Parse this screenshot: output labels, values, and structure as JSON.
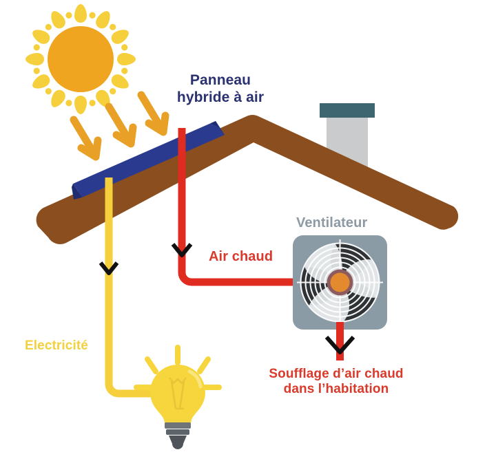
{
  "diagram": {
    "title_label": "Panneau\nhybride à air",
    "hot_air_label": "Air chaud",
    "fan_label": "Ventilateur",
    "electricity_label": "Electricité",
    "blowing_label": "Soufflage d’air chaud\ndans l’habitation"
  },
  "colors": {
    "background": "#ffffff",
    "sun_disc": "#f0a520",
    "sun_rays": "#f6cf3c",
    "sun_arrows": "#e8a126",
    "roof_brown": "#8b4e1f",
    "panel_blue": "#2a3a8f",
    "hot_air_red": "#e02b20",
    "electricity_yellow": "#f6cf3c",
    "fan_body": "#8b9ba5",
    "fan_blades": "#2f3336",
    "fan_hub": "#e38a2e",
    "fan_hub_ring": "#8d5a5e",
    "chimney_cap": "#3e6670",
    "chimney_body": "#c9cbcc",
    "bulb_glass": "#f6d63c",
    "bulb_base": "#6e7478",
    "arrowhead_black": "#111111",
    "title_navy": "#2a3170",
    "fan_label_grey": "#8c9aa3"
  },
  "elements": {
    "sun": "sun-icon",
    "sun_rays_arrows": "sunlight-arrows",
    "roof": "house-roof",
    "hybrid_panel": "hybrid-air-panel",
    "chimney": "chimney",
    "hot_air_pipe": "hot-air-pipe",
    "electricity_wire": "electricity-wire",
    "fan_unit": "ventilation-fan-unit",
    "light_bulb": "light-bulb-icon",
    "blow_arrow": "hot-air-blow-arrow"
  }
}
